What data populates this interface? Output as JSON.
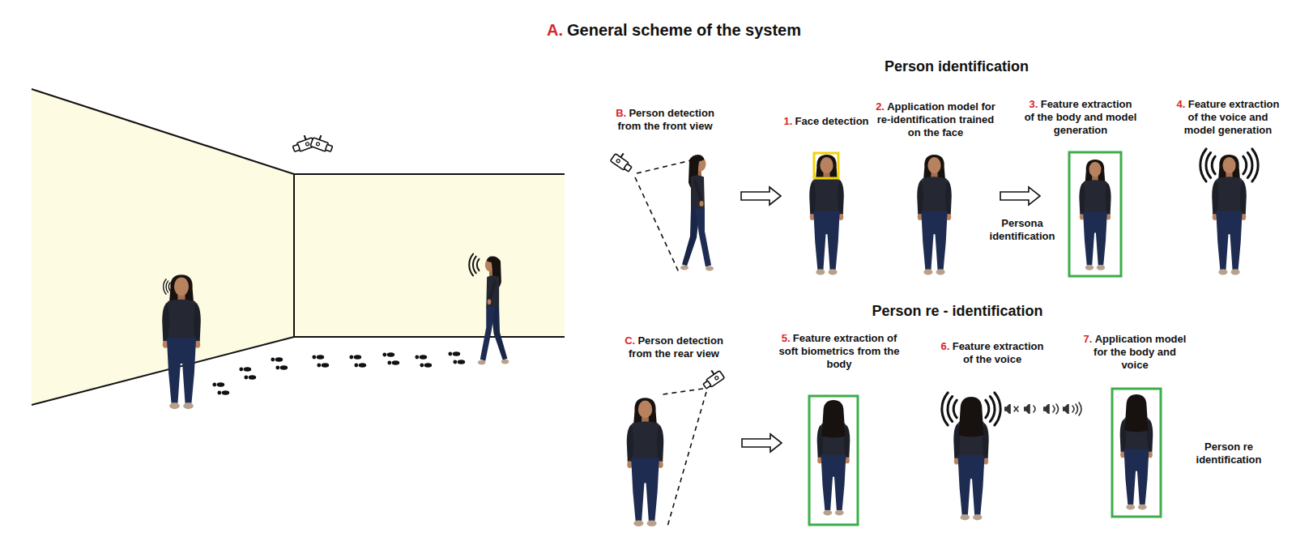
{
  "diagram": {
    "title": "General scheme of the system",
    "labels": [
      "A.",
      "Person identification",
      "B.",
      "Person detection from the front view",
      "1.",
      "Face detection",
      "2.",
      "Application model for re-identification trained on the face",
      "3.",
      "Feature extraction of the body and model generation",
      "4.",
      "Feature extraction of the voice and model generation",
      "Persona identification",
      "Person re - identification",
      "C.",
      "Person detection from the rear view",
      "5.",
      "Feature extraction of soft biometrics from the body",
      "6.",
      "Feature extraction of the voice",
      "7.",
      "Application model for the body and voice",
      "Person re identification"
    ]
  }
}
